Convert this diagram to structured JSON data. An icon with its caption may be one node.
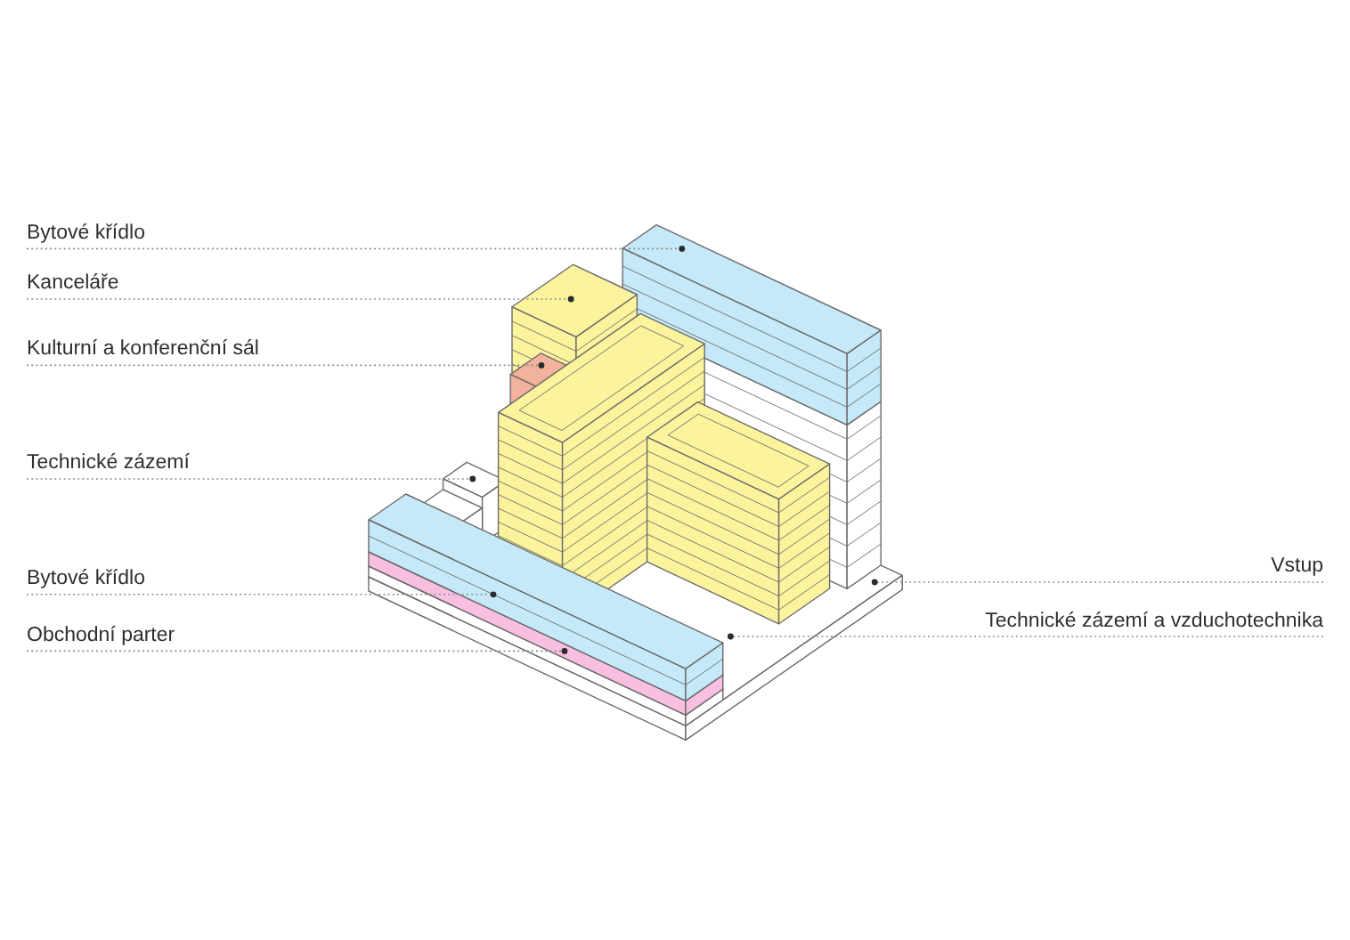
{
  "diagram": {
    "nodes": [
      {
        "text": [
          "Bytové křídlo"
        ]
      },
      {
        "text": [
          "Kanceláře"
        ]
      },
      {
        "text": [
          "Kulturní a konferenční sál"
        ]
      },
      {
        "text": [
          "Technické zázemí"
        ]
      },
      {
        "text": [
          "Vstup"
        ]
      },
      {
        "text": [
          "Bytové křídlo"
        ]
      },
      {
        "text": [
          "Technické zázemí a vzduchotechnika"
        ]
      },
      {
        "text": [
          "Obchodní parter"
        ]
      }
    ],
    "edges": [
      {
        "from": 0,
        "to": null,
        "arrow": "other",
        "style": "dashed"
      },
      {
        "from": 1,
        "to": null,
        "arrow": "other",
        "style": "dashed"
      },
      {
        "from": 2,
        "to": null,
        "arrow": "other",
        "style": "dashed"
      },
      {
        "from": 3,
        "to": null,
        "arrow": "other",
        "style": "dashed"
      },
      {
        "from": 4,
        "to": null,
        "arrow": "other",
        "style": "dashed"
      },
      {
        "from": 5,
        "to": null,
        "arrow": "other",
        "style": "dashed"
      },
      {
        "from": 6,
        "to": null,
        "arrow": "other",
        "style": "dashed"
      },
      {
        "from": 7,
        "to": null,
        "arrow": "other",
        "style": "dashed"
      }
    ]
  }
}
